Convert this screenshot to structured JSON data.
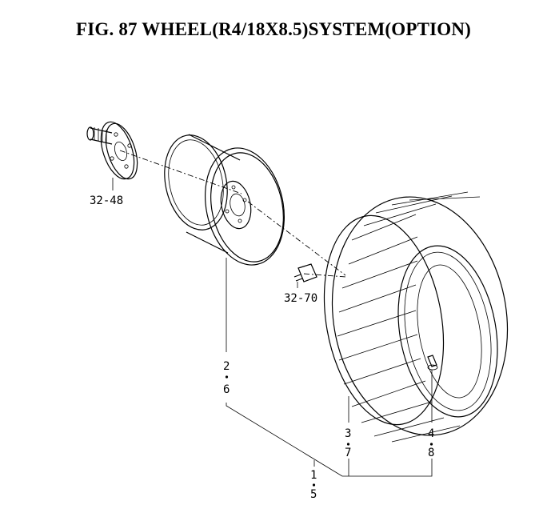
{
  "title": "FIG. 87  WHEEL(R4/18X8.5)SYSTEM(OPTION)",
  "callouts": {
    "hub": "32-48",
    "bolt": "32-70",
    "rim_top": "2",
    "rim_bottom": "6",
    "tire_top": "3",
    "tire_bottom": "7",
    "valve_top": "4",
    "valve_bottom": "8",
    "assembly_top": "1",
    "assembly_bottom": "5"
  }
}
